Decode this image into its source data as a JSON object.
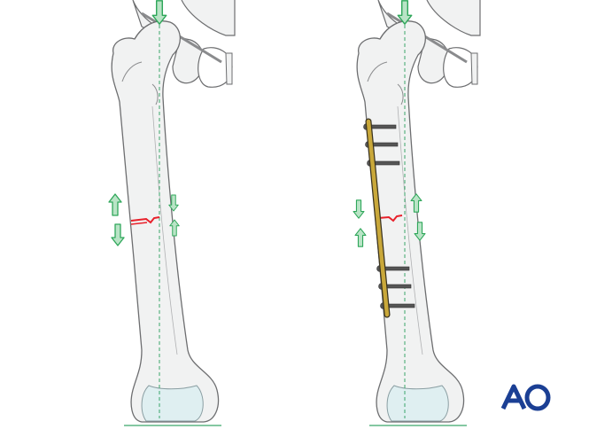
{
  "logo": {
    "text": "AO",
    "color": "#1b3f94"
  },
  "colors": {
    "bone_fill": "#f1f2f2",
    "bone_outline": "#6d6e70",
    "arrow_fill": "#b9e4c6",
    "arrow_stroke": "#2fa75a",
    "axis_line": "#3aa66a",
    "fracture": "#e8202a",
    "plate": "#c9a83a"
  },
  "panels": [
    {
      "name": "unfixed-fracture",
      "has_plate": false
    },
    {
      "name": "plate-fixed-fracture",
      "has_plate": true
    }
  ]
}
